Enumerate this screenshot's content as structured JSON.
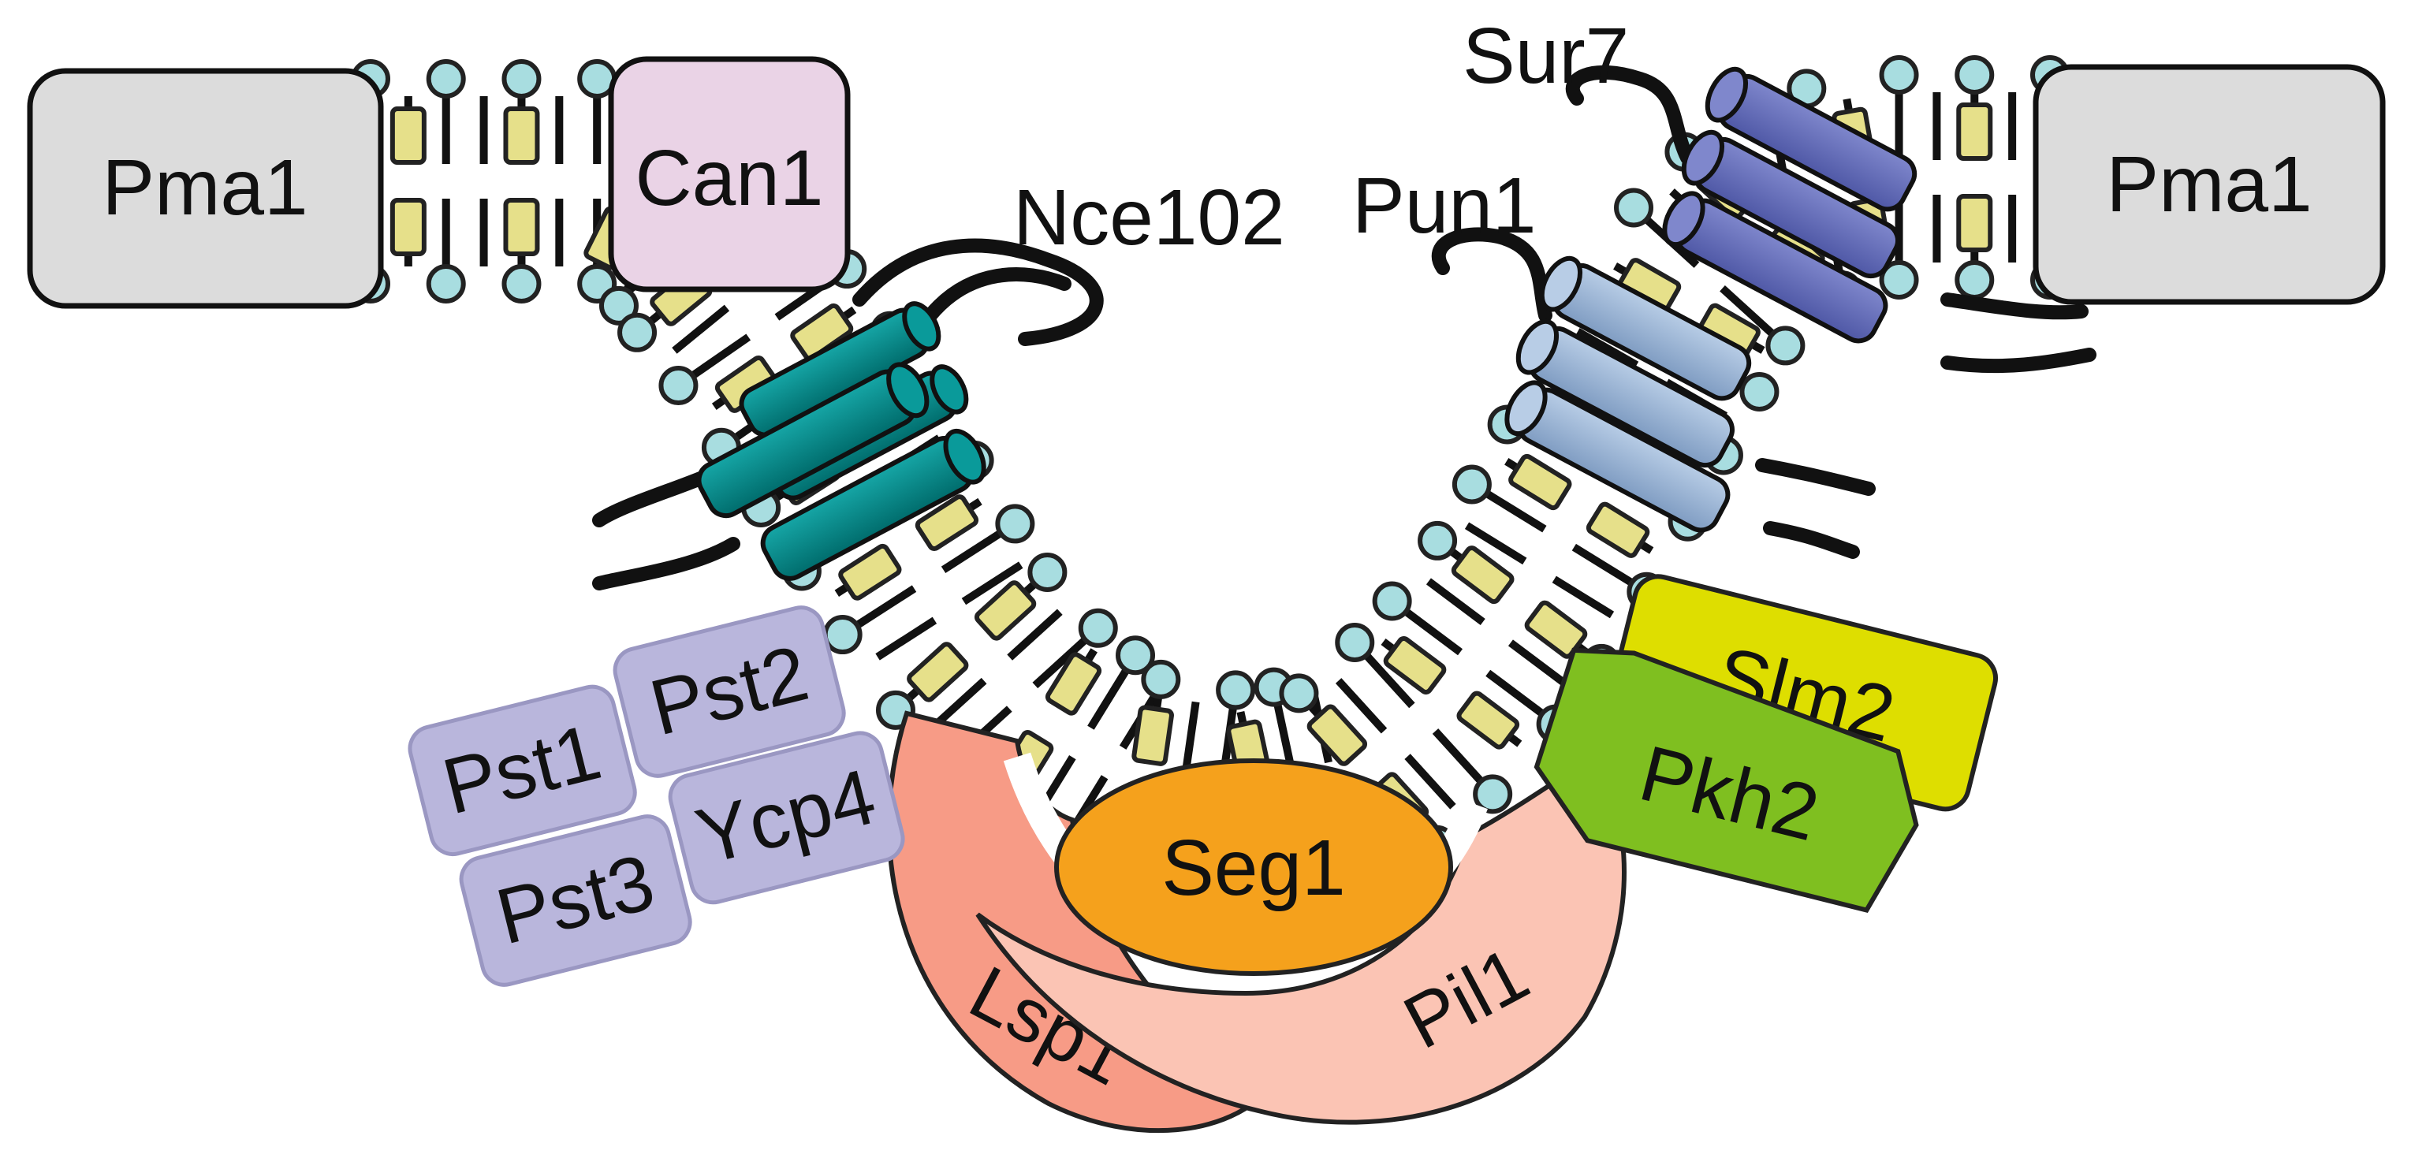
{
  "membrane_proteins": {
    "pma1_left": "Pma1",
    "can1": "Can1",
    "pma1_right": "Pma1",
    "nce102": "Nce102",
    "pun1": "Pun1",
    "sur7": "Sur7"
  },
  "peripheral_proteins": {
    "pst1": "Pst1",
    "pst2": "Pst2",
    "pst3": "Pst3",
    "ycp4": "Ycp4",
    "slm2": "Slm2",
    "pkh2": "Pkh2",
    "seg1": "Seg1",
    "lsp1": "Lsp1",
    "pil1": "Pil1"
  },
  "colors": {
    "pma1": "#dcdcdc",
    "can1": "#ead3e6",
    "nce102": "#008b8b",
    "pun1": "#9bb5d4",
    "sur7": "#6670b8",
    "flavodoxin_like": "#b9b6dc",
    "slm2": "#dede00",
    "pkh2": "#7fbf20",
    "seg1": "#f5a11c",
    "lsp1": "#f79b86",
    "pil1": "#fbc4b4",
    "lipid_head": "#a8dde0",
    "sterol": "#e6e08a"
  }
}
